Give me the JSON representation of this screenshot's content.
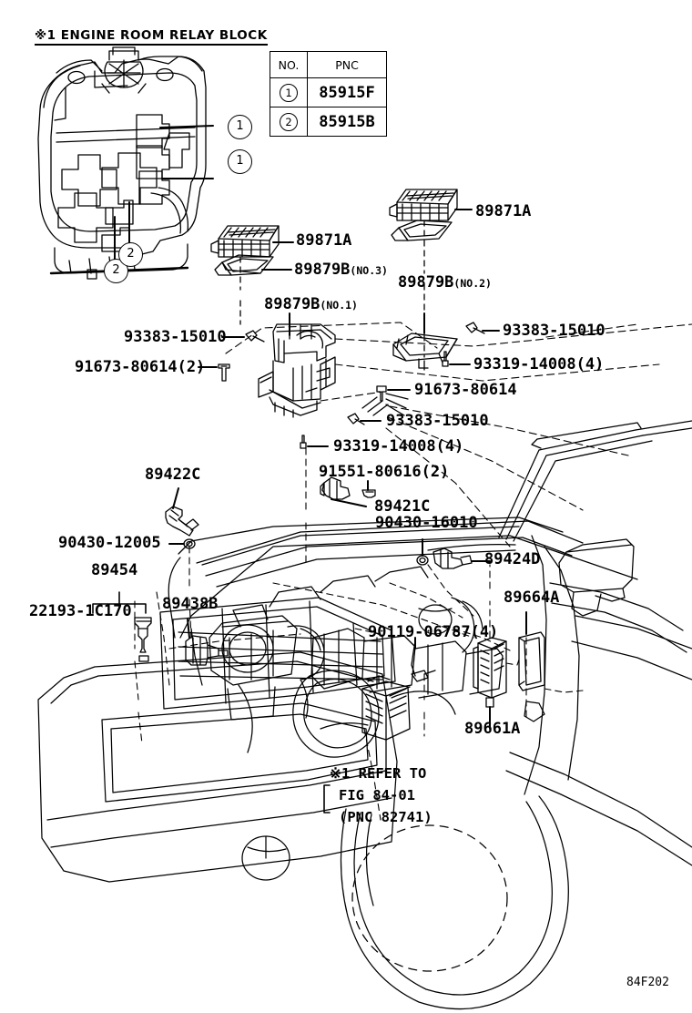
{
  "figure": {
    "section_title": "※1 ENGINE ROOM RELAY BLOCK",
    "figure_code": "84F202",
    "ink_color": "#000000",
    "background_color": "#ffffff"
  },
  "pnc_table": {
    "headers": [
      "NO.",
      "PNC"
    ],
    "rows": [
      {
        "no": "1",
        "pnc": "85915F"
      },
      {
        "no": "2",
        "pnc": "85915B"
      }
    ]
  },
  "relay_block_callouts": [
    {
      "id": "callout-1-upper",
      "label": "1"
    },
    {
      "id": "callout-1-lower",
      "label": "1"
    },
    {
      "id": "callout-2-left",
      "label": "2"
    },
    {
      "id": "callout-2-right",
      "label": "2"
    }
  ],
  "part_labels": [
    {
      "id": "part-89871a-left",
      "text": "89871A"
    },
    {
      "id": "part-89871a-right",
      "text": "89871A"
    },
    {
      "id": "part-89879b-no3",
      "text": "89879B",
      "suffix": "(NO.3)"
    },
    {
      "id": "part-89879b-no2",
      "text": "89879B",
      "suffix": "(NO.2)"
    },
    {
      "id": "part-89879b-no1",
      "text": "89879B",
      "suffix": "(NO.1)"
    },
    {
      "id": "part-93383-15010-a",
      "text": "93383-15010"
    },
    {
      "id": "part-93383-15010-b",
      "text": "93383-15010"
    },
    {
      "id": "part-93383-15010-c",
      "text": "93383-15010"
    },
    {
      "id": "part-91673-80614-2",
      "text": "91673-80614(2)"
    },
    {
      "id": "part-91673-80614",
      "text": "91673-80614"
    },
    {
      "id": "part-93319-14008-4-a",
      "text": "93319-14008(4)"
    },
    {
      "id": "part-93319-14008-4-b",
      "text": "93319-14008(4)"
    },
    {
      "id": "part-91551-80616-2",
      "text": "91551-80616(2)"
    },
    {
      "id": "part-89421c",
      "text": "89421C"
    },
    {
      "id": "part-90430-16010",
      "text": "90430-16010"
    },
    {
      "id": "part-89422c",
      "text": "89422C"
    },
    {
      "id": "part-90430-12005",
      "text": "90430-12005"
    },
    {
      "id": "part-89424d",
      "text": "89424D"
    },
    {
      "id": "part-89454",
      "text": "89454"
    },
    {
      "id": "part-22193-1c170",
      "text": "22193-1C170"
    },
    {
      "id": "part-89438b",
      "text": "89438B"
    },
    {
      "id": "part-89664a",
      "text": "89664A"
    },
    {
      "id": "part-89661a",
      "text": "89661A"
    },
    {
      "id": "part-90119-06787-4",
      "text": "90119-06787(4)"
    }
  ],
  "reference_note": {
    "line1": "※1 REFER TO",
    "line2": "FIG 84-01",
    "line3": "(PNC 82741)"
  }
}
